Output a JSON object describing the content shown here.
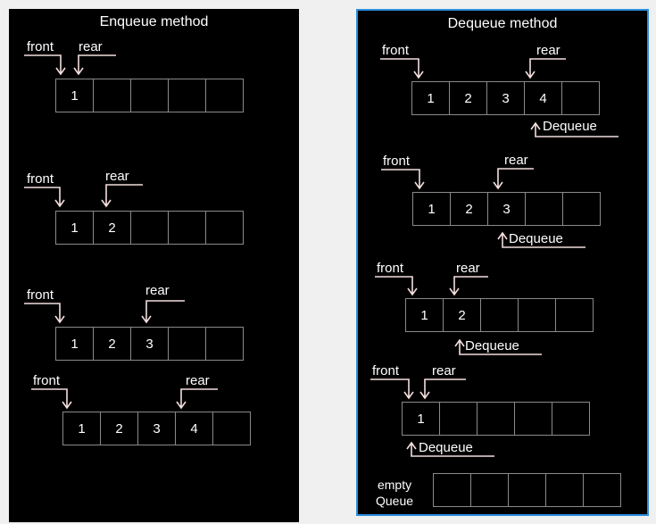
{
  "enqueue": {
    "title": "Enqueue method",
    "pointer_labels": {
      "front": "front",
      "rear": "rear"
    },
    "rows": [
      [
        "1",
        "",
        "",
        "",
        ""
      ],
      [
        "1",
        "2",
        "",
        "",
        ""
      ],
      [
        "1",
        "2",
        "3",
        "",
        ""
      ],
      [
        "1",
        "2",
        "3",
        "4",
        ""
      ]
    ]
  },
  "dequeue": {
    "title": "Dequeue method",
    "pointer_labels": {
      "front": "front",
      "rear": "rear"
    },
    "action_label": "Dequeue",
    "rows": [
      [
        "1",
        "2",
        "3",
        "4",
        ""
      ],
      [
        "1",
        "2",
        "3",
        "",
        ""
      ],
      [
        "1",
        "2",
        "",
        "",
        ""
      ],
      [
        "1",
        "",
        "",
        "",
        ""
      ],
      [
        "",
        "",
        "",
        "",
        ""
      ]
    ],
    "empty_label": "empty\nQueue"
  },
  "colors": {
    "arrow": "#f4dede",
    "border": "#8a8a8a",
    "accent": "#2d8fe0"
  }
}
